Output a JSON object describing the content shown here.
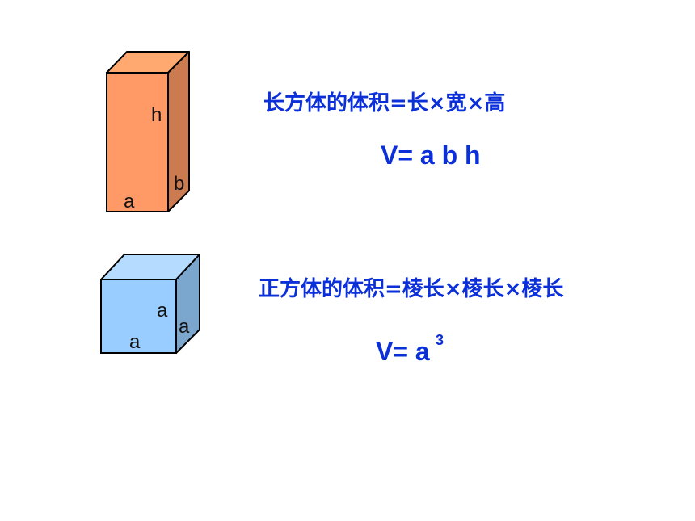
{
  "cuboid": {
    "colors": {
      "front": "#ff9966",
      "top": "#ffa870",
      "side": "#cc7a50"
    },
    "labels": {
      "height": "h",
      "width": "b",
      "length": "a"
    },
    "rule": "长方体的体积=长×宽×高",
    "formula": "V= a b h"
  },
  "cube": {
    "colors": {
      "front": "#99ccff",
      "top": "#b5dbff",
      "side": "#7ba7cf"
    },
    "labels": {
      "front_side": "a",
      "depth": "a",
      "bottom": "a"
    },
    "rule": "正方体的体积=棱长×棱长×棱长",
    "formula": "V= a",
    "exponent": "3"
  }
}
